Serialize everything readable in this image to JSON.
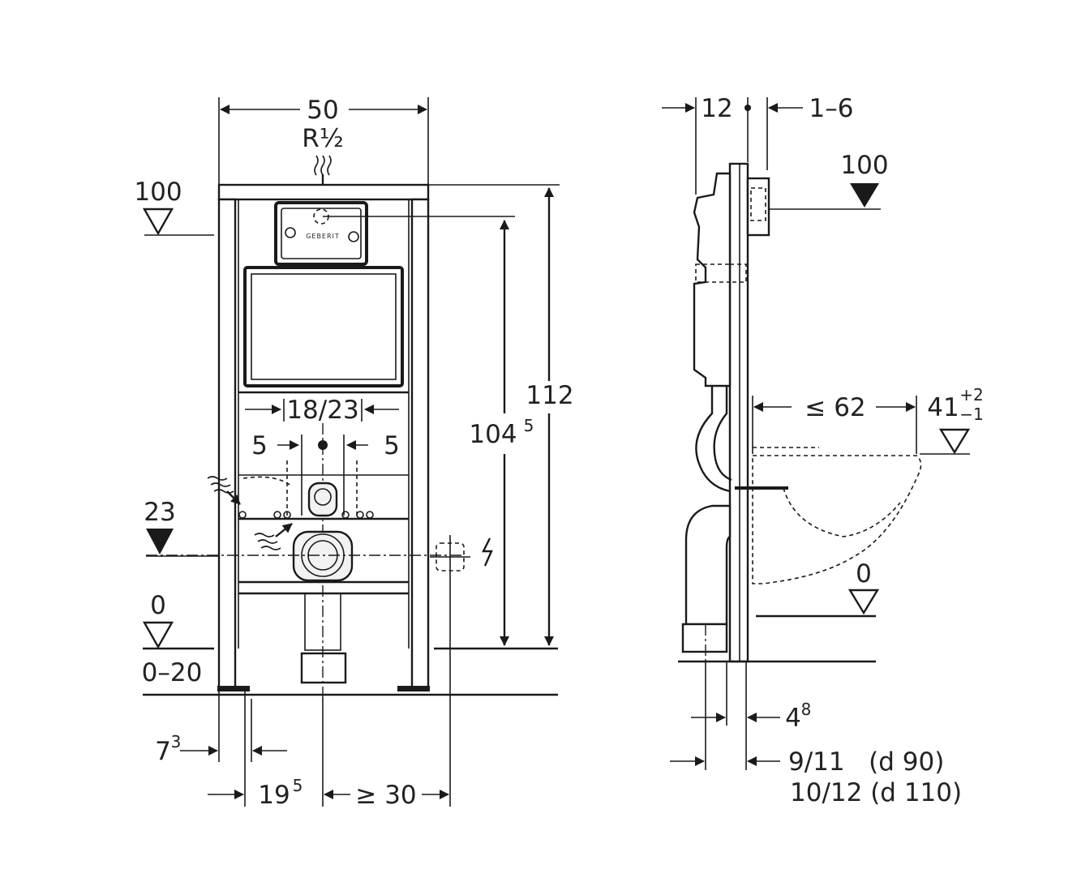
{
  "front_view": {
    "width_label": "50",
    "water_inlet_label": "R½",
    "height_total_label": "112",
    "height_button": {
      "main": "104",
      "sup": "5"
    },
    "flush_width_label": "18/23",
    "offset_left_label": "5",
    "offset_right_label": "5",
    "level_100_label": "100",
    "level_23_label": "23",
    "level_0_label": "0",
    "floor_range_label": "0–20",
    "foot_offset": {
      "main": "7",
      "sup": "3"
    },
    "drain_offset": {
      "main": "19",
      "sup": "5"
    },
    "electric_distance_label": "≥ 30",
    "logo_text": "GEBERIT"
  },
  "side_view": {
    "depth_label": "12",
    "button_depth_label": "1–6",
    "level_100_label": "100",
    "bowl_distance_label": "≤ 62",
    "bowl_height": {
      "main": "41",
      "sup": "+2",
      "sub": "−1"
    },
    "level_0_label": "0",
    "wall_offset": {
      "main": "4",
      "sup": "8"
    },
    "pipe_offset_90_label": "9/11   (d 90)",
    "pipe_offset_110_label": "10/12 (d 110)"
  }
}
